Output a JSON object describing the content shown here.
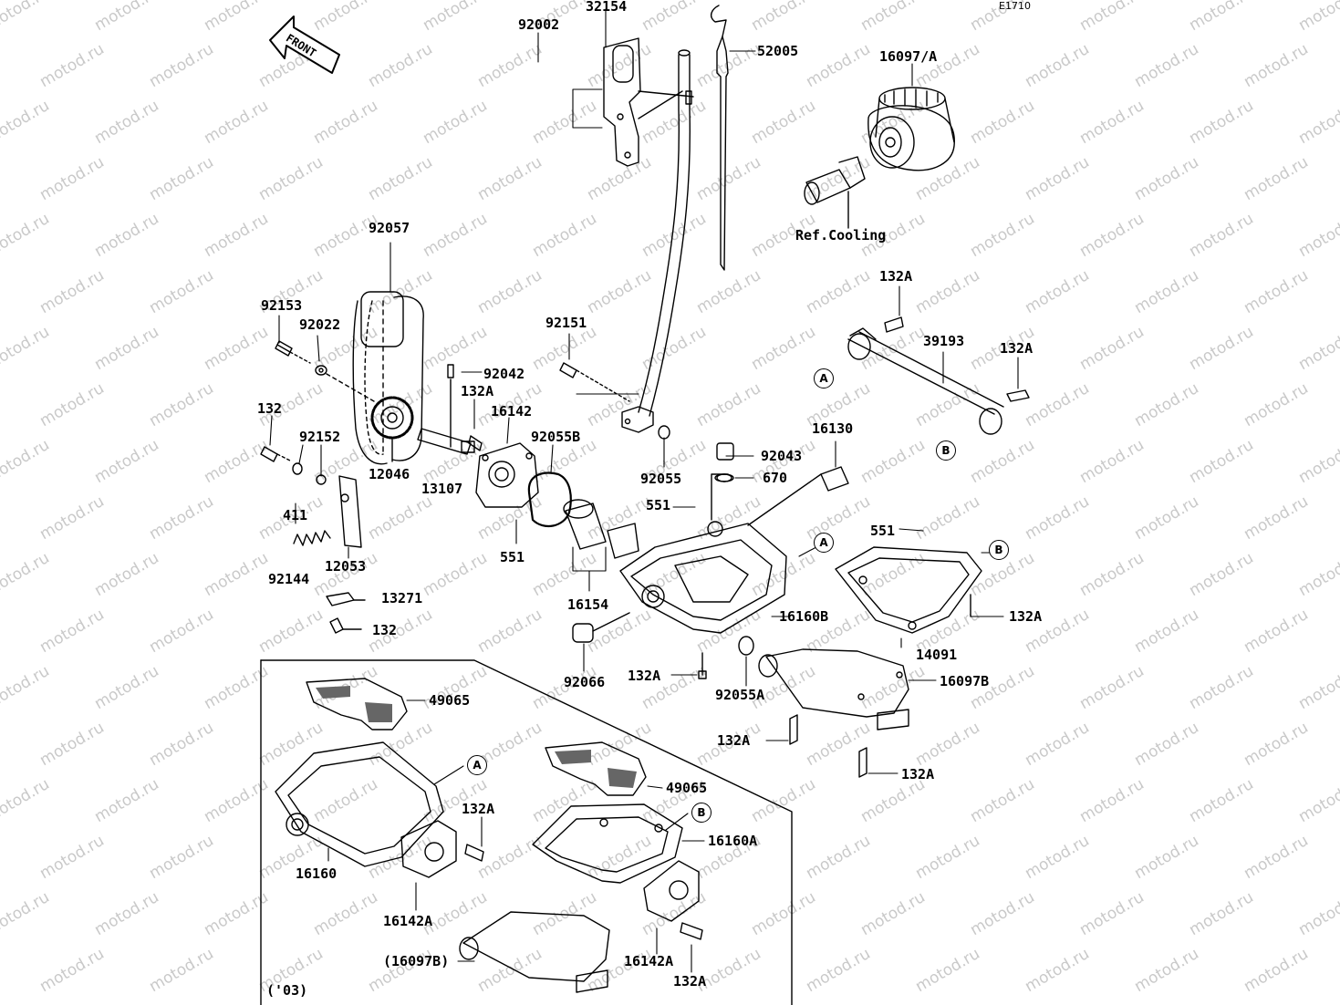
{
  "diagram_code": "E1710",
  "front_label": "FRONT",
  "watermark_text": "motod.ru",
  "ref_note": "Ref.Cooling",
  "inset_note": "('03)",
  "parts": [
    "32154",
    "92002",
    "52005",
    "16097/A",
    "92057",
    "92153",
    "92022",
    "132",
    "92042",
    "132A",
    "16142",
    "92055B",
    "92151",
    "92055",
    "92043",
    "16130",
    "670",
    "551",
    "39193",
    "12046",
    "13107",
    "92152",
    "411",
    "12053",
    "92144",
    "13271",
    "16154",
    "16160B",
    "92066",
    "92055A",
    "16097B",
    "14091",
    "49065",
    "16160",
    "16142A",
    "16160A",
    "(16097B)"
  ],
  "labels": [
    {
      "id": "p32154",
      "text": "32154"
    },
    {
      "id": "p92002",
      "text": "92002"
    },
    {
      "id": "p52005",
      "text": "52005"
    },
    {
      "id": "p16097a",
      "text": "16097/A"
    },
    {
      "id": "p92057",
      "text": "92057"
    },
    {
      "id": "p92153",
      "text": "92153"
    },
    {
      "id": "p92022",
      "text": "92022"
    },
    {
      "id": "p132a_top",
      "text": "132A"
    },
    {
      "id": "p39193",
      "text": "39193"
    },
    {
      "id": "p132a_r",
      "text": "132A"
    },
    {
      "id": "p92151",
      "text": "92151"
    },
    {
      "id": "p92042",
      "text": "92042"
    },
    {
      "id": "p132a_mid",
      "text": "132A"
    },
    {
      "id": "p16142",
      "text": "16142"
    },
    {
      "id": "p132",
      "text": "132"
    },
    {
      "id": "p92055b",
      "text": "92055B"
    },
    {
      "id": "p92152",
      "text": "92152"
    },
    {
      "id": "p16130",
      "text": "16130"
    },
    {
      "id": "p92043",
      "text": "92043"
    },
    {
      "id": "p12046",
      "text": "12046"
    },
    {
      "id": "p13107",
      "text": "13107"
    },
    {
      "id": "p92055",
      "text": "92055"
    },
    {
      "id": "p670",
      "text": "670"
    },
    {
      "id": "p411",
      "text": "411"
    },
    {
      "id": "p551a",
      "text": "551"
    },
    {
      "id": "p551b",
      "text": "551"
    },
    {
      "id": "p12053",
      "text": "12053"
    },
    {
      "id": "p551c",
      "text": "551"
    },
    {
      "id": "p92144",
      "text": "92144"
    },
    {
      "id": "p13271",
      "text": "13271"
    },
    {
      "id": "p16154",
      "text": "16154"
    },
    {
      "id": "p132b",
      "text": "132"
    },
    {
      "id": "p16160b",
      "text": "16160B"
    },
    {
      "id": "p132a_r2",
      "text": "132A"
    },
    {
      "id": "p14091",
      "text": "14091"
    },
    {
      "id": "p132a_m2",
      "text": "132A"
    },
    {
      "id": "p92066",
      "text": "92066"
    },
    {
      "id": "p16097b",
      "text": "16097B"
    },
    {
      "id": "p92055a",
      "text": "92055A"
    },
    {
      "id": "p49065a",
      "text": "49065"
    },
    {
      "id": "p132a_b1",
      "text": "132A"
    },
    {
      "id": "p132a_b2",
      "text": "132A"
    },
    {
      "id": "p49065b",
      "text": "49065"
    },
    {
      "id": "p132a_i",
      "text": "132A"
    },
    {
      "id": "p16160",
      "text": "16160"
    },
    {
      "id": "p16160a",
      "text": "16160A"
    },
    {
      "id": "p16142a_1",
      "text": "16142A"
    },
    {
      "id": "p16097b_i",
      "text": "(16097B)"
    },
    {
      "id": "p16142a_2",
      "text": "16142A"
    },
    {
      "id": "p132a_i2",
      "text": "132A"
    }
  ],
  "callouts": [
    {
      "id": "cA1",
      "text": "A"
    },
    {
      "id": "cB1",
      "text": "B"
    },
    {
      "id": "cA2",
      "text": "A"
    },
    {
      "id": "cB2",
      "text": "B"
    },
    {
      "id": "cA3",
      "text": "A"
    },
    {
      "id": "cB3",
      "text": "B"
    }
  ]
}
